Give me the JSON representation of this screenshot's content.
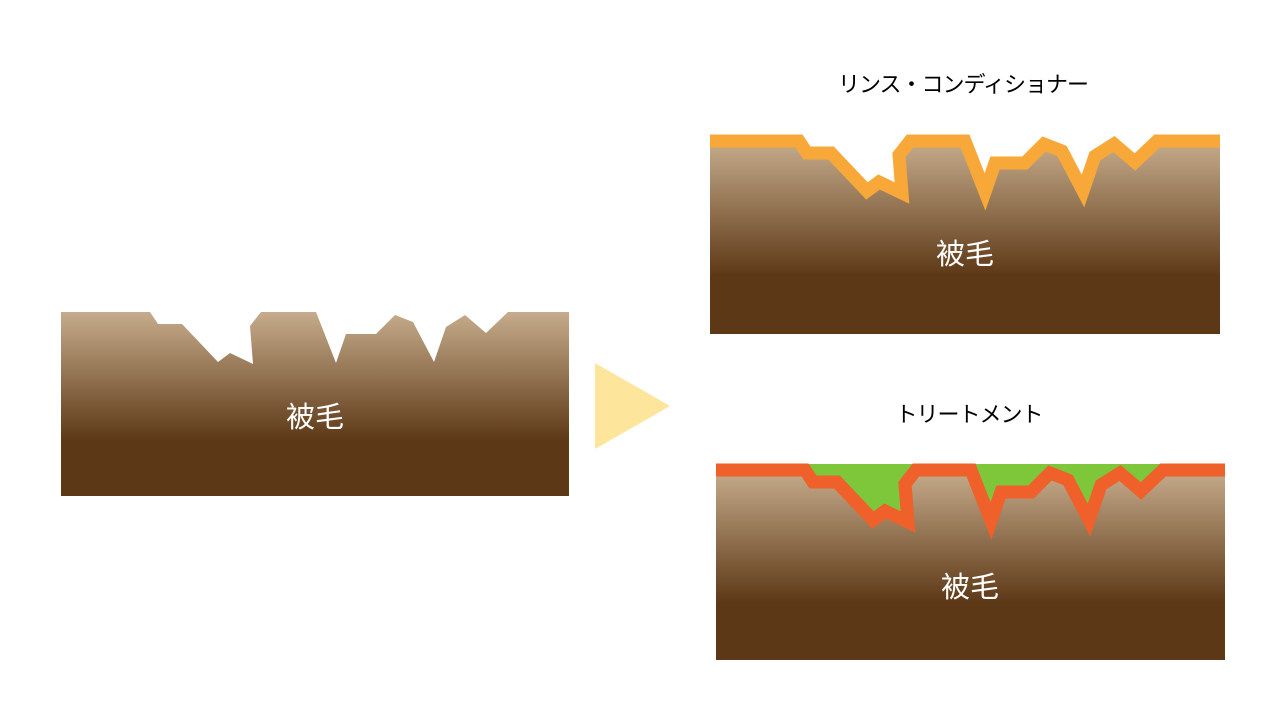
{
  "panels": {
    "before": {
      "body_label": "被毛"
    },
    "rinse": {
      "title": "リンス・コンディショナー",
      "body_label": "被毛",
      "coating_color": "#f8a838"
    },
    "treatment": {
      "title": "トリートメント",
      "body_label": "被毛",
      "coating_color": "#f0602a",
      "fill_color": "#7ec63a"
    }
  },
  "colors": {
    "hair_top": "#c6ac8c",
    "hair_bottom": "#5d3816",
    "arrow": "#fde59c"
  }
}
